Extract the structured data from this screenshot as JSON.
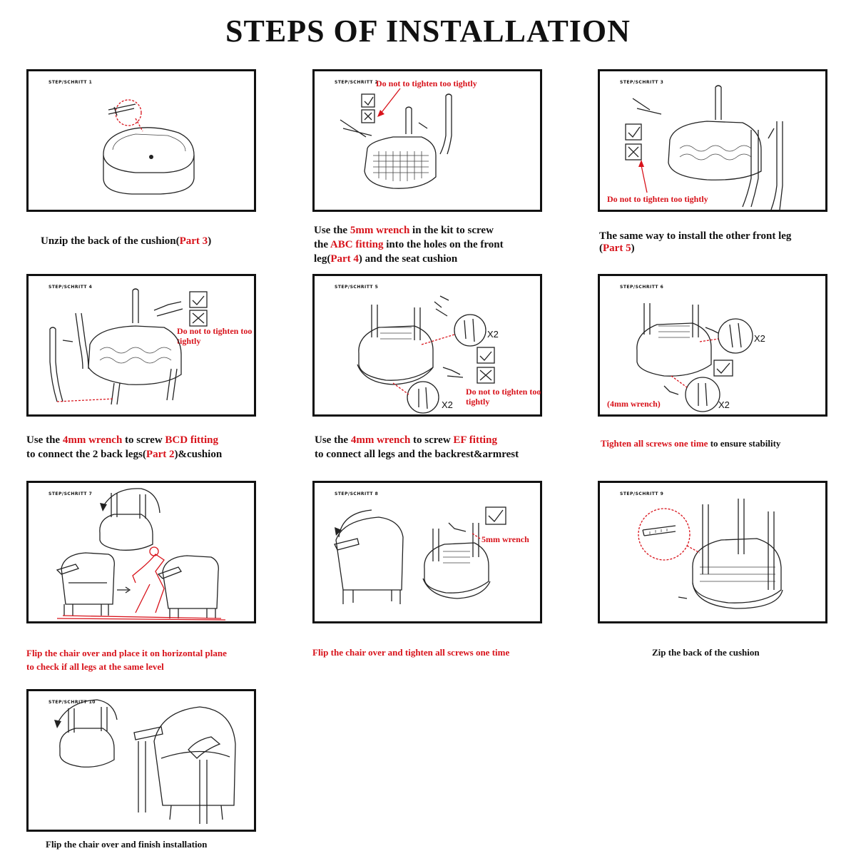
{
  "title": "STEPS OF INSTALLATION",
  "steps": [
    {
      "label": "STEP/SCHRITT 1",
      "caption": [
        {
          "t": "Unzip the back of the cushion("
        },
        {
          "t": "Part 3",
          "red": true
        },
        {
          "t": ")"
        }
      ]
    },
    {
      "label": "STEP/SCHRITT 2",
      "note": "Do not to tighten too tightly",
      "caption": [
        {
          "t": "Use the "
        },
        {
          "t": "5mm wrench",
          "red": true
        },
        {
          "t": " in the kit to screw"
        },
        {
          "br": true
        },
        {
          "t": "the "
        },
        {
          "t": "ABC fitting",
          "red": true
        },
        {
          "t": " into the holes on the front"
        },
        {
          "br": true
        },
        {
          "t": "leg("
        },
        {
          "t": "Part 4",
          "red": true
        },
        {
          "t": ") and the seat cushion"
        }
      ]
    },
    {
      "label": "STEP/SCHRITT 3",
      "note": "Do not to tighten too tightly",
      "caption": [
        {
          "t": "The same way to install the other front leg"
        },
        {
          "br": true
        },
        {
          "t": "("
        },
        {
          "t": "Part 5",
          "red": true
        },
        {
          "t": ")"
        }
      ]
    },
    {
      "label": "STEP/SCHRITT 4",
      "note": "Do not to tighten too tightly",
      "caption": [
        {
          "t": "Use the "
        },
        {
          "t": "4mm wrench",
          "red": true
        },
        {
          "t": " to screw "
        },
        {
          "t": "BCD fitting",
          "red": true
        },
        {
          "br": true
        },
        {
          "t": "to connect the 2 back legs("
        },
        {
          "t": "Part 2",
          "red": true
        },
        {
          "t": ")&cushion"
        }
      ]
    },
    {
      "label": "STEP/SCHRITT 5",
      "note": "Do not to tighten too tightly",
      "x2": "X2",
      "caption": [
        {
          "t": "Use the "
        },
        {
          "t": "4mm wrench",
          "red": true
        },
        {
          "t": " to screw "
        },
        {
          "t": "EF fitting",
          "red": true
        },
        {
          "br": true
        },
        {
          "t": "to connect all legs and the backrest&armrest"
        }
      ]
    },
    {
      "label": "STEP/SCHRITT 6",
      "note": "(4mm wrench)",
      "x2": "X2",
      "caption": [
        {
          "t": "Tighten all screws one time",
          "red": true
        },
        {
          "t": " to ensure stability"
        }
      ]
    },
    {
      "label": "STEP/SCHRITT 7",
      "caption": [
        {
          "t": "Flip the chair over and place it on horizontal plane",
          "red": true
        },
        {
          "br": true
        },
        {
          "t": "to check if all legs at the same level",
          "red": true
        }
      ]
    },
    {
      "label": "STEP/SCHRITT 8",
      "note": "5mm wrench",
      "caption": [
        {
          "t": "Flip the chair over and tighten all screws one time",
          "red": true
        }
      ]
    },
    {
      "label": "STEP/SCHRITT 9",
      "caption": [
        {
          "t": "Zip the back of the cushion"
        }
      ]
    },
    {
      "label": "STEP/SCHRITT 10",
      "caption": [
        {
          "t": "Flip the chair over and finish installation"
        }
      ]
    }
  ]
}
